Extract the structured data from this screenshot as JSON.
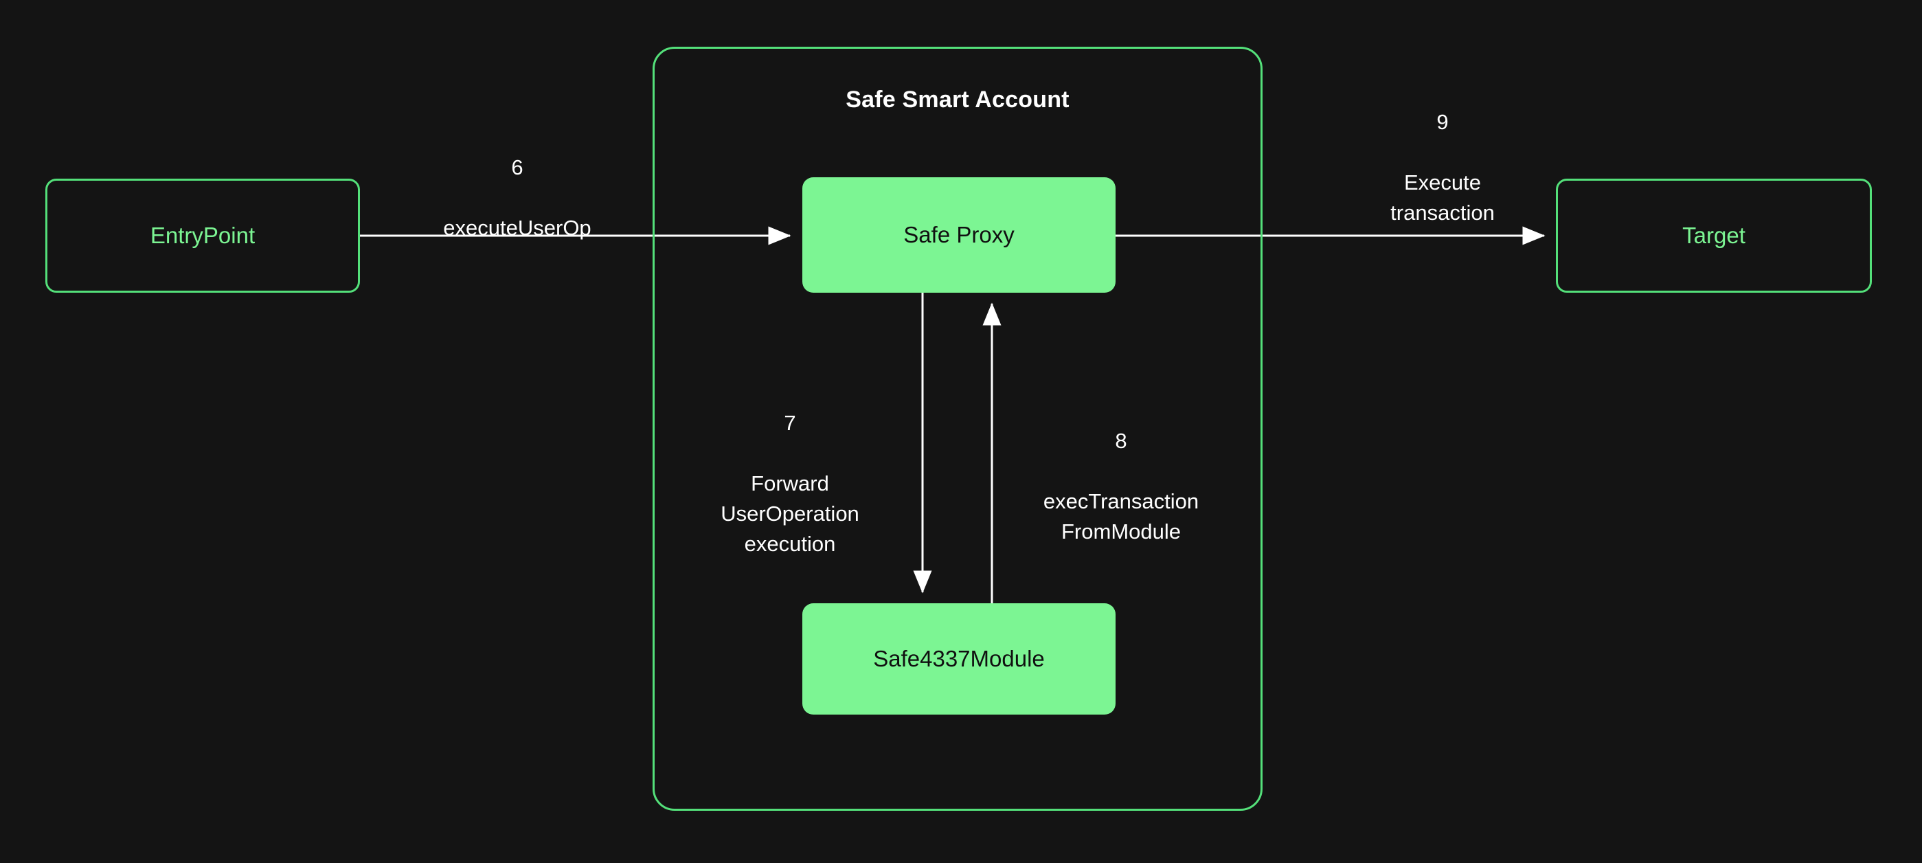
{
  "diagram": {
    "title": "Safe Smart Account",
    "background_color": "#141414",
    "accent_green": "#7CF593",
    "outline_green": "#54E07A",
    "edge_color": "#FFFFFF",
    "container": {
      "label": "Safe Smart Account"
    },
    "nodes": [
      {
        "id": "entrypoint",
        "label": "EntryPoint",
        "style": "outlined"
      },
      {
        "id": "safeproxy",
        "label": "Safe Proxy",
        "style": "filled"
      },
      {
        "id": "safe4337",
        "label": "Safe4337Module",
        "style": "filled"
      },
      {
        "id": "target",
        "label": "Target",
        "style": "outlined"
      }
    ],
    "edges": [
      {
        "id": "edge-6",
        "number": "6",
        "label": "executeUserOp",
        "from": "entrypoint",
        "to": "safeproxy",
        "direction": "right"
      },
      {
        "id": "edge-7",
        "number": "7",
        "label": "Forward\nUserOperation\nexecution",
        "from": "safeproxy",
        "to": "safe4337",
        "direction": "down"
      },
      {
        "id": "edge-8",
        "number": "8",
        "label": "execTransaction\nFromModule",
        "from": "safe4337",
        "to": "safeproxy",
        "direction": "up"
      },
      {
        "id": "edge-9",
        "number": "9",
        "label": "Execute\ntransaction",
        "from": "safeproxy",
        "to": "target",
        "direction": "right"
      }
    ]
  }
}
